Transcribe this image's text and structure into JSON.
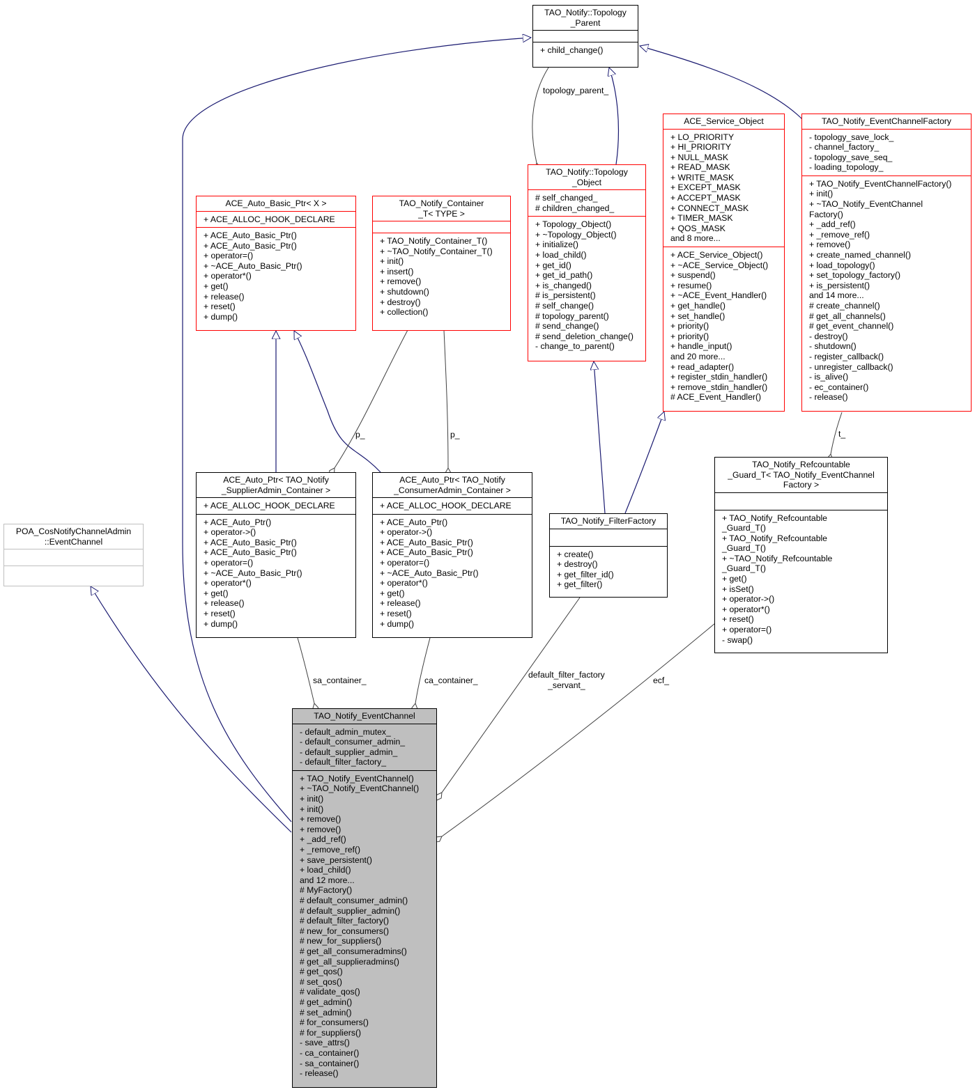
{
  "classes": {
    "topology_parent": {
      "title": "TAO_Notify::Topology\n_Parent",
      "attrs": [],
      "methods": [
        "+ child_change()"
      ]
    },
    "topology_object": {
      "title": "TAO_Notify::Topology\n_Object",
      "attrs": [
        "# self_changed_",
        "# children_changed_"
      ],
      "methods": [
        "+ Topology_Object()",
        "+ ~Topology_Object()",
        "+ initialize()",
        "+ load_child()",
        "+ get_id()",
        "+ get_id_path()",
        "+ is_changed()",
        "# is_persistent()",
        "# self_change()",
        "# topology_parent()",
        "# send_change()",
        "# send_deletion_change()",
        "- change_to_parent()"
      ]
    },
    "ace_service_object": {
      "title": "ACE_Service_Object",
      "attrs": [
        "+ LO_PRIORITY",
        "+ HI_PRIORITY",
        "+ NULL_MASK",
        "+ READ_MASK",
        "+ WRITE_MASK",
        "+ EXCEPT_MASK",
        "+ ACCEPT_MASK",
        "+ CONNECT_MASK",
        "+ TIMER_MASK",
        "+ QOS_MASK",
        "and 8 more..."
      ],
      "methods": [
        "+ ACE_Service_Object()",
        "+ ~ACE_Service_Object()",
        "+ suspend()",
        "+ resume()",
        "+ ~ACE_Event_Handler()",
        "+ get_handle()",
        "+ set_handle()",
        "+ priority()",
        "+ priority()",
        "+ handle_input()",
        "and 20 more...",
        "+ read_adapter()",
        "+ register_stdin_handler()",
        "+ remove_stdin_handler()",
        "# ACE_Event_Handler()"
      ]
    },
    "ec_factory": {
      "title": "TAO_Notify_EventChannelFactory",
      "attrs": [
        "- topology_save_lock_",
        "- channel_factory_",
        "- topology_save_seq_",
        "- loading_topology_"
      ],
      "methods": [
        "+ TAO_Notify_EventChannelFactory()",
        "+ init()",
        "+ ~TAO_Notify_EventChannel\nFactory()",
        "+ _add_ref()",
        "+ _remove_ref()",
        "+ remove()",
        "+ create_named_channel()",
        "+ load_topology()",
        "+ set_topology_factory()",
        "+ is_persistent()",
        "and 14 more...",
        "# create_channel()",
        "# get_all_channels()",
        "# get_event_channel()",
        "- destroy()",
        "- shutdown()",
        "- register_callback()",
        "- unregister_callback()",
        "- is_alive()",
        "- ec_container()",
        "- release()"
      ]
    },
    "auto_basic_ptr": {
      "title": "ACE_Auto_Basic_Ptr< X >",
      "attrs": [
        "+ ACE_ALLOC_HOOK_DECLARE"
      ],
      "methods": [
        "+ ACE_Auto_Basic_Ptr()",
        "+ ACE_Auto_Basic_Ptr()",
        "+ operator=()",
        "+ ~ACE_Auto_Basic_Ptr()",
        "+ operator*()",
        "+ get()",
        "+ release()",
        "+ reset()",
        "+ dump()"
      ]
    },
    "container_t": {
      "title": "TAO_Notify_Container\n_T< TYPE >",
      "attrs": [],
      "methods": [
        "+ TAO_Notify_Container_T()",
        "+ ~TAO_Notify_Container_T()",
        "+ init()",
        "+ insert()",
        "+ remove()",
        "+ shutdown()",
        "+ destroy()",
        "+ collection()"
      ]
    },
    "auto_ptr_sa": {
      "title": "ACE_Auto_Ptr< TAO_Notify\n_SupplierAdmin_Container >",
      "attrs": [
        "+ ACE_ALLOC_HOOK_DECLARE"
      ],
      "methods": [
        "+ ACE_Auto_Ptr()",
        "+ operator->()",
        "+ ACE_Auto_Basic_Ptr()",
        "+ ACE_Auto_Basic_Ptr()",
        "+ operator=()",
        "+ ~ACE_Auto_Basic_Ptr()",
        "+ operator*()",
        "+ get()",
        "+ release()",
        "+ reset()",
        "+ dump()"
      ]
    },
    "auto_ptr_ca": {
      "title": "ACE_Auto_Ptr< TAO_Notify\n_ConsumerAdmin_Container >",
      "attrs": [
        "+ ACE_ALLOC_HOOK_DECLARE"
      ],
      "methods": [
        "+ ACE_Auto_Ptr()",
        "+ operator->()",
        "+ ACE_Auto_Basic_Ptr()",
        "+ ACE_Auto_Basic_Ptr()",
        "+ operator=()",
        "+ ~ACE_Auto_Basic_Ptr()",
        "+ operator*()",
        "+ get()",
        "+ release()",
        "+ reset()",
        "+ dump()"
      ]
    },
    "poa_event_channel": {
      "title": "POA_CosNotifyChannelAdmin\n::EventChannel",
      "attrs": [],
      "methods": []
    },
    "filter_factory": {
      "title": "TAO_Notify_FilterFactory",
      "attrs": [],
      "methods": [
        "+ create()",
        "+ destroy()",
        "+ get_filter_id()",
        "+ get_filter()"
      ]
    },
    "refcountable_guard": {
      "title": "TAO_Notify_Refcountable\n_Guard_T< TAO_Notify_EventChannel\nFactory >",
      "attrs": [],
      "methods": [
        "+ TAO_Notify_Refcountable\n_Guard_T()",
        "+ TAO_Notify_Refcountable\n_Guard_T()",
        "+ ~TAO_Notify_Refcountable\n_Guard_T()",
        "+ get()",
        "+ isSet()",
        "+ operator->()",
        "+ operator*()",
        "+ reset()",
        "+ operator=()",
        "- swap()"
      ]
    },
    "event_channel": {
      "title": "TAO_Notify_EventChannel",
      "attrs": [
        "- default_admin_mutex_",
        "- default_consumer_admin_",
        "- default_supplier_admin_",
        "- default_filter_factory_"
      ],
      "methods": [
        "+ TAO_Notify_EventChannel()",
        "+ ~TAO_Notify_EventChannel()",
        "+ init()",
        "+ init()",
        "+ remove()",
        "+ remove()",
        "+ _add_ref()",
        "+ _remove_ref()",
        "+ save_persistent()",
        "+ load_child()",
        "and 12 more...",
        "# MyFactory()",
        "# default_consumer_admin()",
        "# default_supplier_admin()",
        "# default_filter_factory()",
        "# new_for_consumers()",
        "# new_for_suppliers()",
        "# get_all_consumeradmins()",
        "# get_all_supplieradmins()",
        "# get_qos()",
        "# set_qos()",
        "# validate_qos()",
        "# get_admin()",
        "# set_admin()",
        "# for_consumers()",
        "# for_suppliers()",
        "- save_attrs()",
        "- ca_container()",
        "- sa_container()",
        "- release()"
      ]
    }
  },
  "edge_labels": {
    "topology_parent_": "topology_parent_",
    "p_left": "p_",
    "p_right": "p_",
    "t_": "t_",
    "sa_container_": "sa_container_",
    "ca_container_": "ca_container_",
    "default_filter_factory_servant_": "default_filter_factory\n_servant_",
    "ecf_": "ecf_"
  },
  "colors": {
    "inheritance_edge": "#191970",
    "usage_edge": "#404040",
    "incomplete_class_border": "#ff0000",
    "external_class_border": "#bfbfbf",
    "focus_class_fill": "#bfbfbf"
  }
}
